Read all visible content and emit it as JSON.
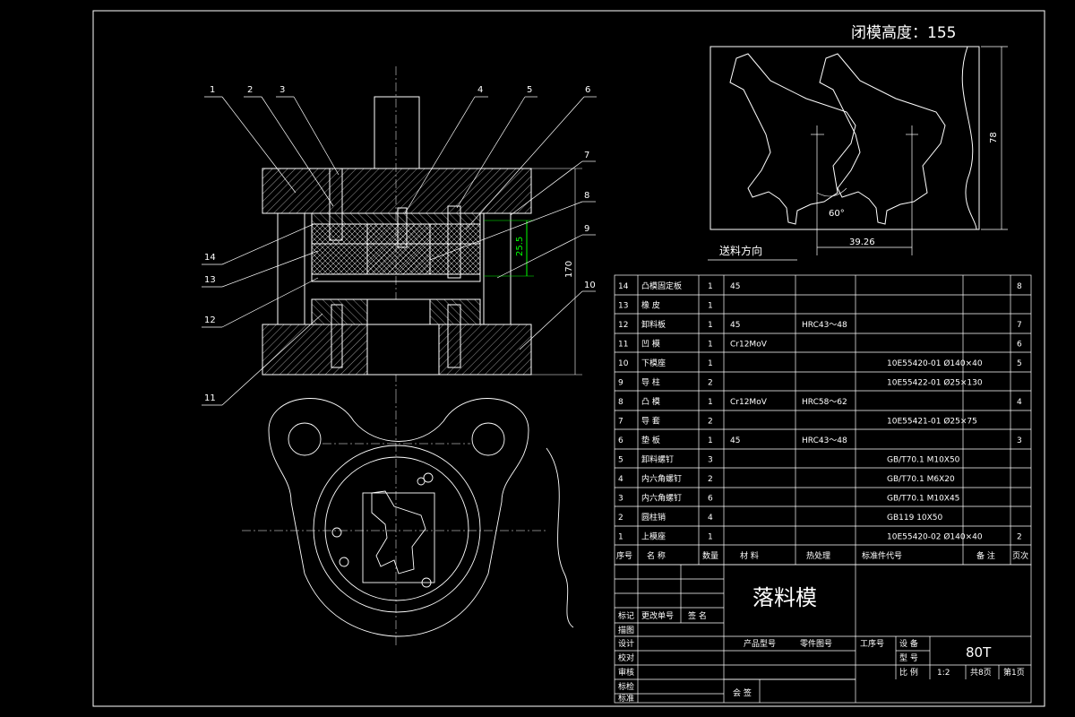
{
  "title_closed_height": "闭模高度：155",
  "feed_direction": "送料方向",
  "dims": {
    "strip_height": "78",
    "angle": "60°",
    "pitch": "39.26",
    "total_height": "170",
    "green_dim": "25.5"
  },
  "callouts": [
    "1",
    "2",
    "3",
    "4",
    "5",
    "6",
    "7",
    "8",
    "9",
    "10",
    "11",
    "12",
    "13",
    "14"
  ],
  "bom_rows": [
    {
      "no": "14",
      "name": "凸模固定板",
      "qty": "1",
      "material": "45",
      "heat": "",
      "std": "",
      "remark": "",
      "page": "8"
    },
    {
      "no": "13",
      "name": "橡 皮",
      "qty": "1",
      "material": "",
      "heat": "",
      "std": "",
      "remark": "",
      "page": ""
    },
    {
      "no": "12",
      "name": "卸料板",
      "qty": "1",
      "material": "45",
      "heat": "HRC43～48",
      "std": "",
      "remark": "",
      "page": "7"
    },
    {
      "no": "11",
      "name": "凹 模",
      "qty": "1",
      "material": "Cr12MoV",
      "heat": "",
      "std": "",
      "remark": "",
      "page": "6"
    },
    {
      "no": "10",
      "name": "下模座",
      "qty": "1",
      "material": "",
      "heat": "",
      "std": "10E55420-01  Ø140×40",
      "remark": "",
      "page": "5"
    },
    {
      "no": "9",
      "name": "导 柱",
      "qty": "2",
      "material": "",
      "heat": "",
      "std": "10E55422-01  Ø25×130",
      "remark": "",
      "page": ""
    },
    {
      "no": "8",
      "name": "凸 模",
      "qty": "1",
      "material": "Cr12MoV",
      "heat": "HRC58～62",
      "std": "",
      "remark": "",
      "page": "4"
    },
    {
      "no": "7",
      "name": "导 套",
      "qty": "2",
      "material": "",
      "heat": "",
      "std": "10E55421-01  Ø25×75",
      "remark": "",
      "page": ""
    },
    {
      "no": "6",
      "name": "垫 板",
      "qty": "1",
      "material": "45",
      "heat": "HRC43～48",
      "std": "",
      "remark": "",
      "page": "3"
    },
    {
      "no": "5",
      "name": "卸料螺钉",
      "qty": "3",
      "material": "",
      "heat": "",
      "std": "GB/T70.1   M10X50",
      "remark": "",
      "page": ""
    },
    {
      "no": "4",
      "name": "内六角螺钉",
      "qty": "2",
      "material": "",
      "heat": "",
      "std": "GB/T70.1   M6X20",
      "remark": "",
      "page": ""
    },
    {
      "no": "3",
      "name": "内六角螺钉",
      "qty": "6",
      "material": "",
      "heat": "",
      "std": "GB/T70.1   M10X45",
      "remark": "",
      "page": ""
    },
    {
      "no": "2",
      "name": "圆柱销",
      "qty": "4",
      "material": "",
      "heat": "",
      "std": "GB119   10X50",
      "remark": "",
      "page": ""
    },
    {
      "no": "1",
      "name": "上模座",
      "qty": "1",
      "material": "",
      "heat": "",
      "std": "10E55420-02   Ø140×40",
      "remark": "",
      "page": "2"
    }
  ],
  "bom_header": [
    "序号",
    "名 称",
    "数量",
    "材 料",
    "热处理",
    "标准件代号",
    "备 注",
    "页次"
  ],
  "title_block": {
    "drawing_name": "落料模",
    "tonnage": "80T",
    "revision_labels": [
      "标记",
      "更改单号",
      "签 名"
    ],
    "left_labels": [
      "描图",
      "设计",
      "校对",
      "审核",
      "标检",
      "标准"
    ],
    "product_code": "产品型号",
    "part_code": "零件图号",
    "process_no": "工序号",
    "equipment": "设 备",
    "model_no": "型 号",
    "scale_label": "比 例",
    "scale_value": "1:2",
    "total_pages": "共8页",
    "page_no": "第1页",
    "countersign": "会 签"
  },
  "colors": {
    "line": "#ffffff",
    "hatch": "#ffffff",
    "green": "#00ff00",
    "background": "#000000"
  }
}
